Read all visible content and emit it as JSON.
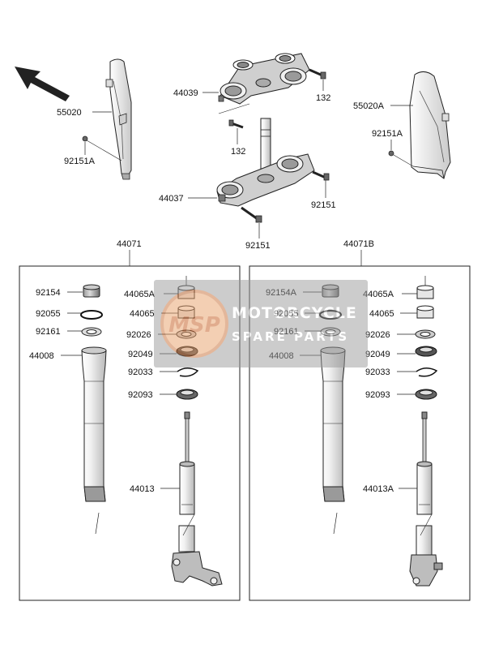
{
  "diagram": {
    "parts": {
      "p55020": "55020",
      "p92151A_l": "92151A",
      "p44039": "44039",
      "p132_a": "132",
      "p132_b": "132",
      "p44037": "44037",
      "p92151_a": "92151",
      "p92151_b": "92151",
      "p55020A": "55020A",
      "p92151A_r": "92151A"
    },
    "left_box": {
      "title": "44071",
      "labels": {
        "a": "92154",
        "b": "92055",
        "c": "92161",
        "d": "44008",
        "e": "44065A",
        "f": "44065",
        "g": "92026",
        "h": "92049",
        "i": "92033",
        "j": "92093",
        "k": "44013"
      }
    },
    "right_box": {
      "title": "44071B",
      "labels": {
        "a": "92154A",
        "b": "92055",
        "c": "92161",
        "d": "44008",
        "e": "44065A",
        "f": "44065",
        "g": "92026",
        "h": "92049",
        "i": "92033",
        "j": "92093",
        "k": "44013A"
      }
    }
  },
  "watermark": {
    "logo": "MSP",
    "line1": "MOTORCYCLE",
    "line2": "SPARE PARTS"
  }
}
